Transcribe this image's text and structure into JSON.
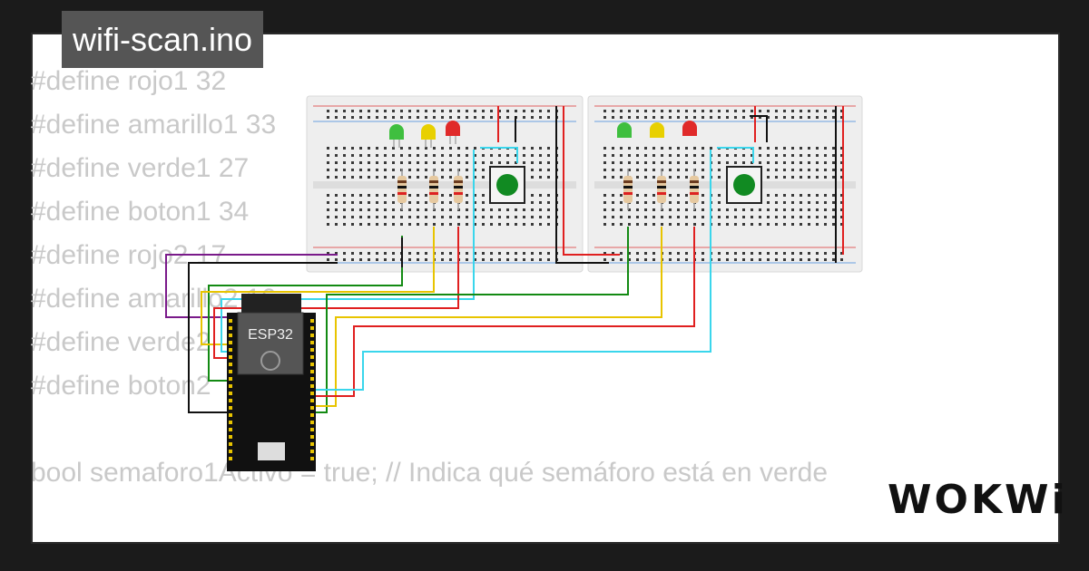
{
  "project": {
    "title": "wifi-scan.ino"
  },
  "code": {
    "lines": [
      "#define rojo1 32",
      "#define amarillo1 33",
      "#define verde1 27",
      "#define boton1 34",
      "#define rojo2 17",
      "#define amarillo2 16",
      "#define verde2",
      "#define boton2"
    ],
    "tail_line": "bool semaforo1Activo = true; // Indica qué semáforo está en verde"
  },
  "board": {
    "label": "ESP32"
  },
  "brand": {
    "logo_text": "WOKWi"
  },
  "colors": {
    "background": "#1b1b1b",
    "tab": "#555555",
    "wire_red": "#e02020",
    "wire_yellow": "#e8c400",
    "wire_green": "#138a13",
    "wire_cyan": "#3ad6ec",
    "wire_purple": "#7a1a8a",
    "wire_black": "#111111"
  },
  "icons": [
    "led-icon",
    "resistor-icon",
    "pushbutton-icon",
    "esp32-icon",
    "wokwi-logo"
  ]
}
